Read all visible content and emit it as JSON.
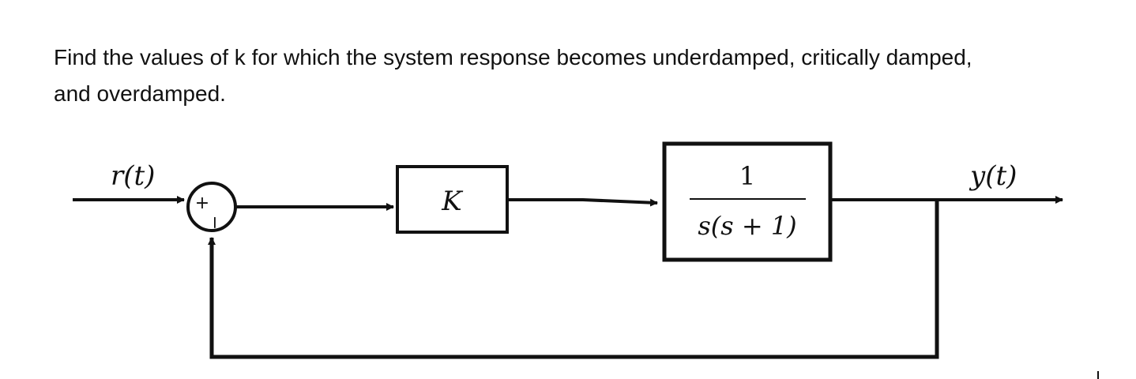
{
  "question": {
    "line1": "Find the values of k for which the system response becomes underdamped, critically damped,",
    "line2": "and overdamped."
  },
  "diagram": {
    "input_label": "r(t)",
    "output_label": "y(t)",
    "sum_plus": "+",
    "sum_minus": "−",
    "gain_label": "K",
    "plant_numerator": "1",
    "plant_denominator": "s(s + 1)",
    "line_color": "#111111"
  }
}
